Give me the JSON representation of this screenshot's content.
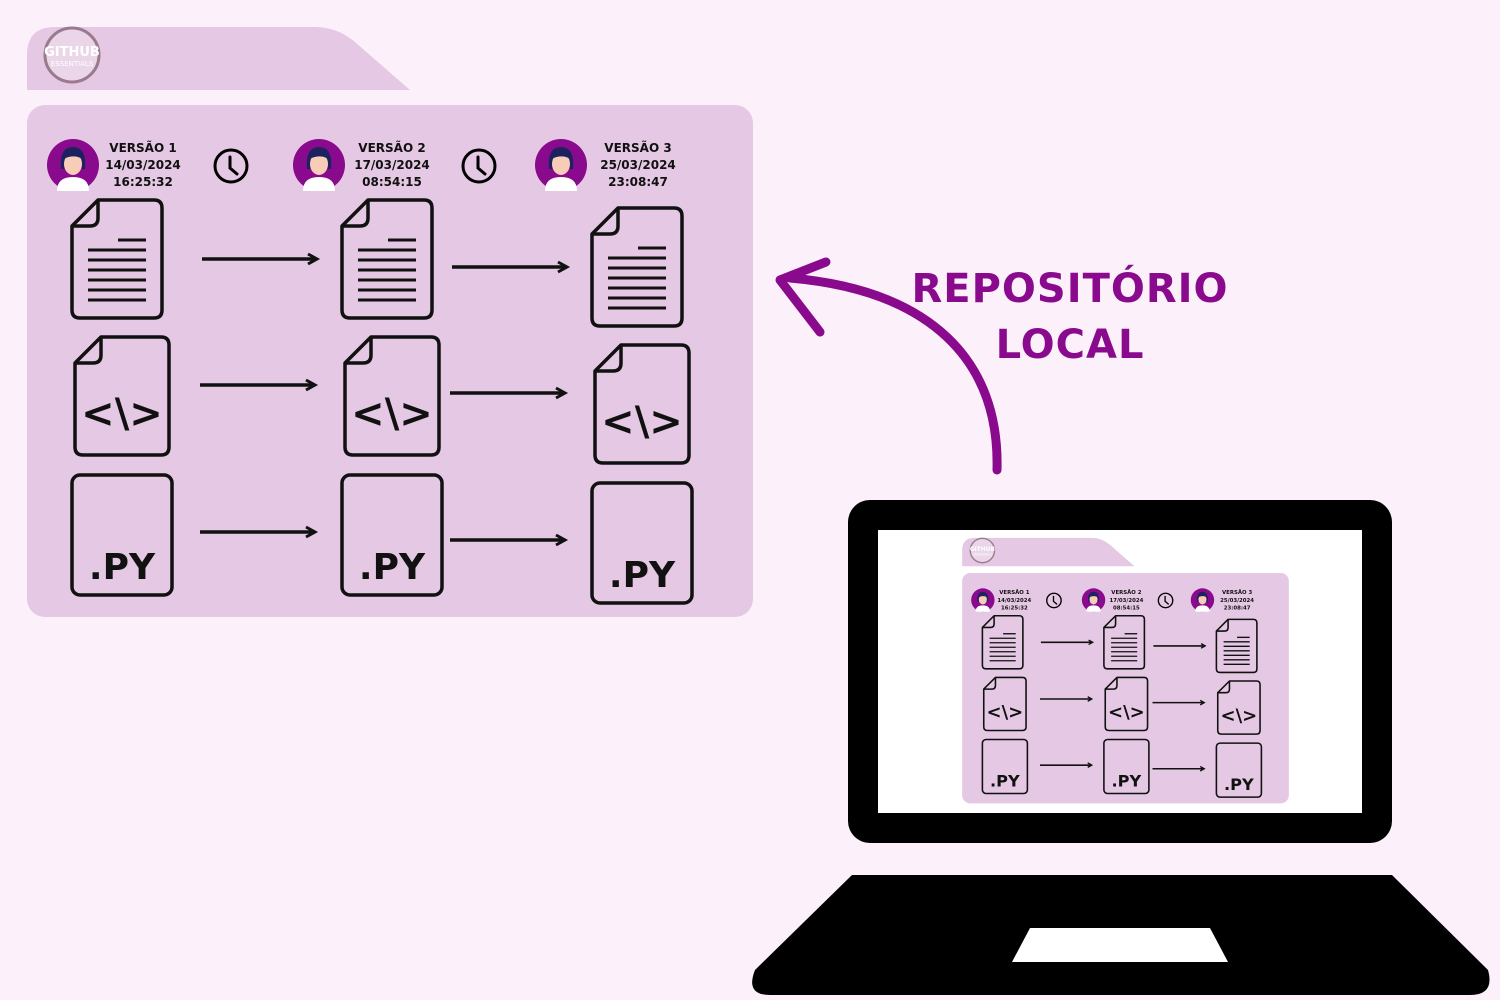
{
  "logo": {
    "line1": "GITHUB",
    "line2": "ESSENTIALS"
  },
  "title": {
    "line1": "REPOSITÓRIO",
    "line2": "LOCAL"
  },
  "versions": [
    {
      "label": "VERSÃO 1",
      "date": "14/03/2024",
      "time": "16:25:32"
    },
    {
      "label": "VERSÃO 2",
      "date": "17/03/2024",
      "time": "08:54:15"
    },
    {
      "label": "VERSÃO 3",
      "date": "25/03/2024",
      "time": "23:08:47"
    }
  ],
  "file_labels": {
    "code": "<\\>",
    "python": ".PY"
  },
  "colors": {
    "accent": "#8a0a8e",
    "folder": "#e5c8e3",
    "background": "#fcf1fa"
  }
}
